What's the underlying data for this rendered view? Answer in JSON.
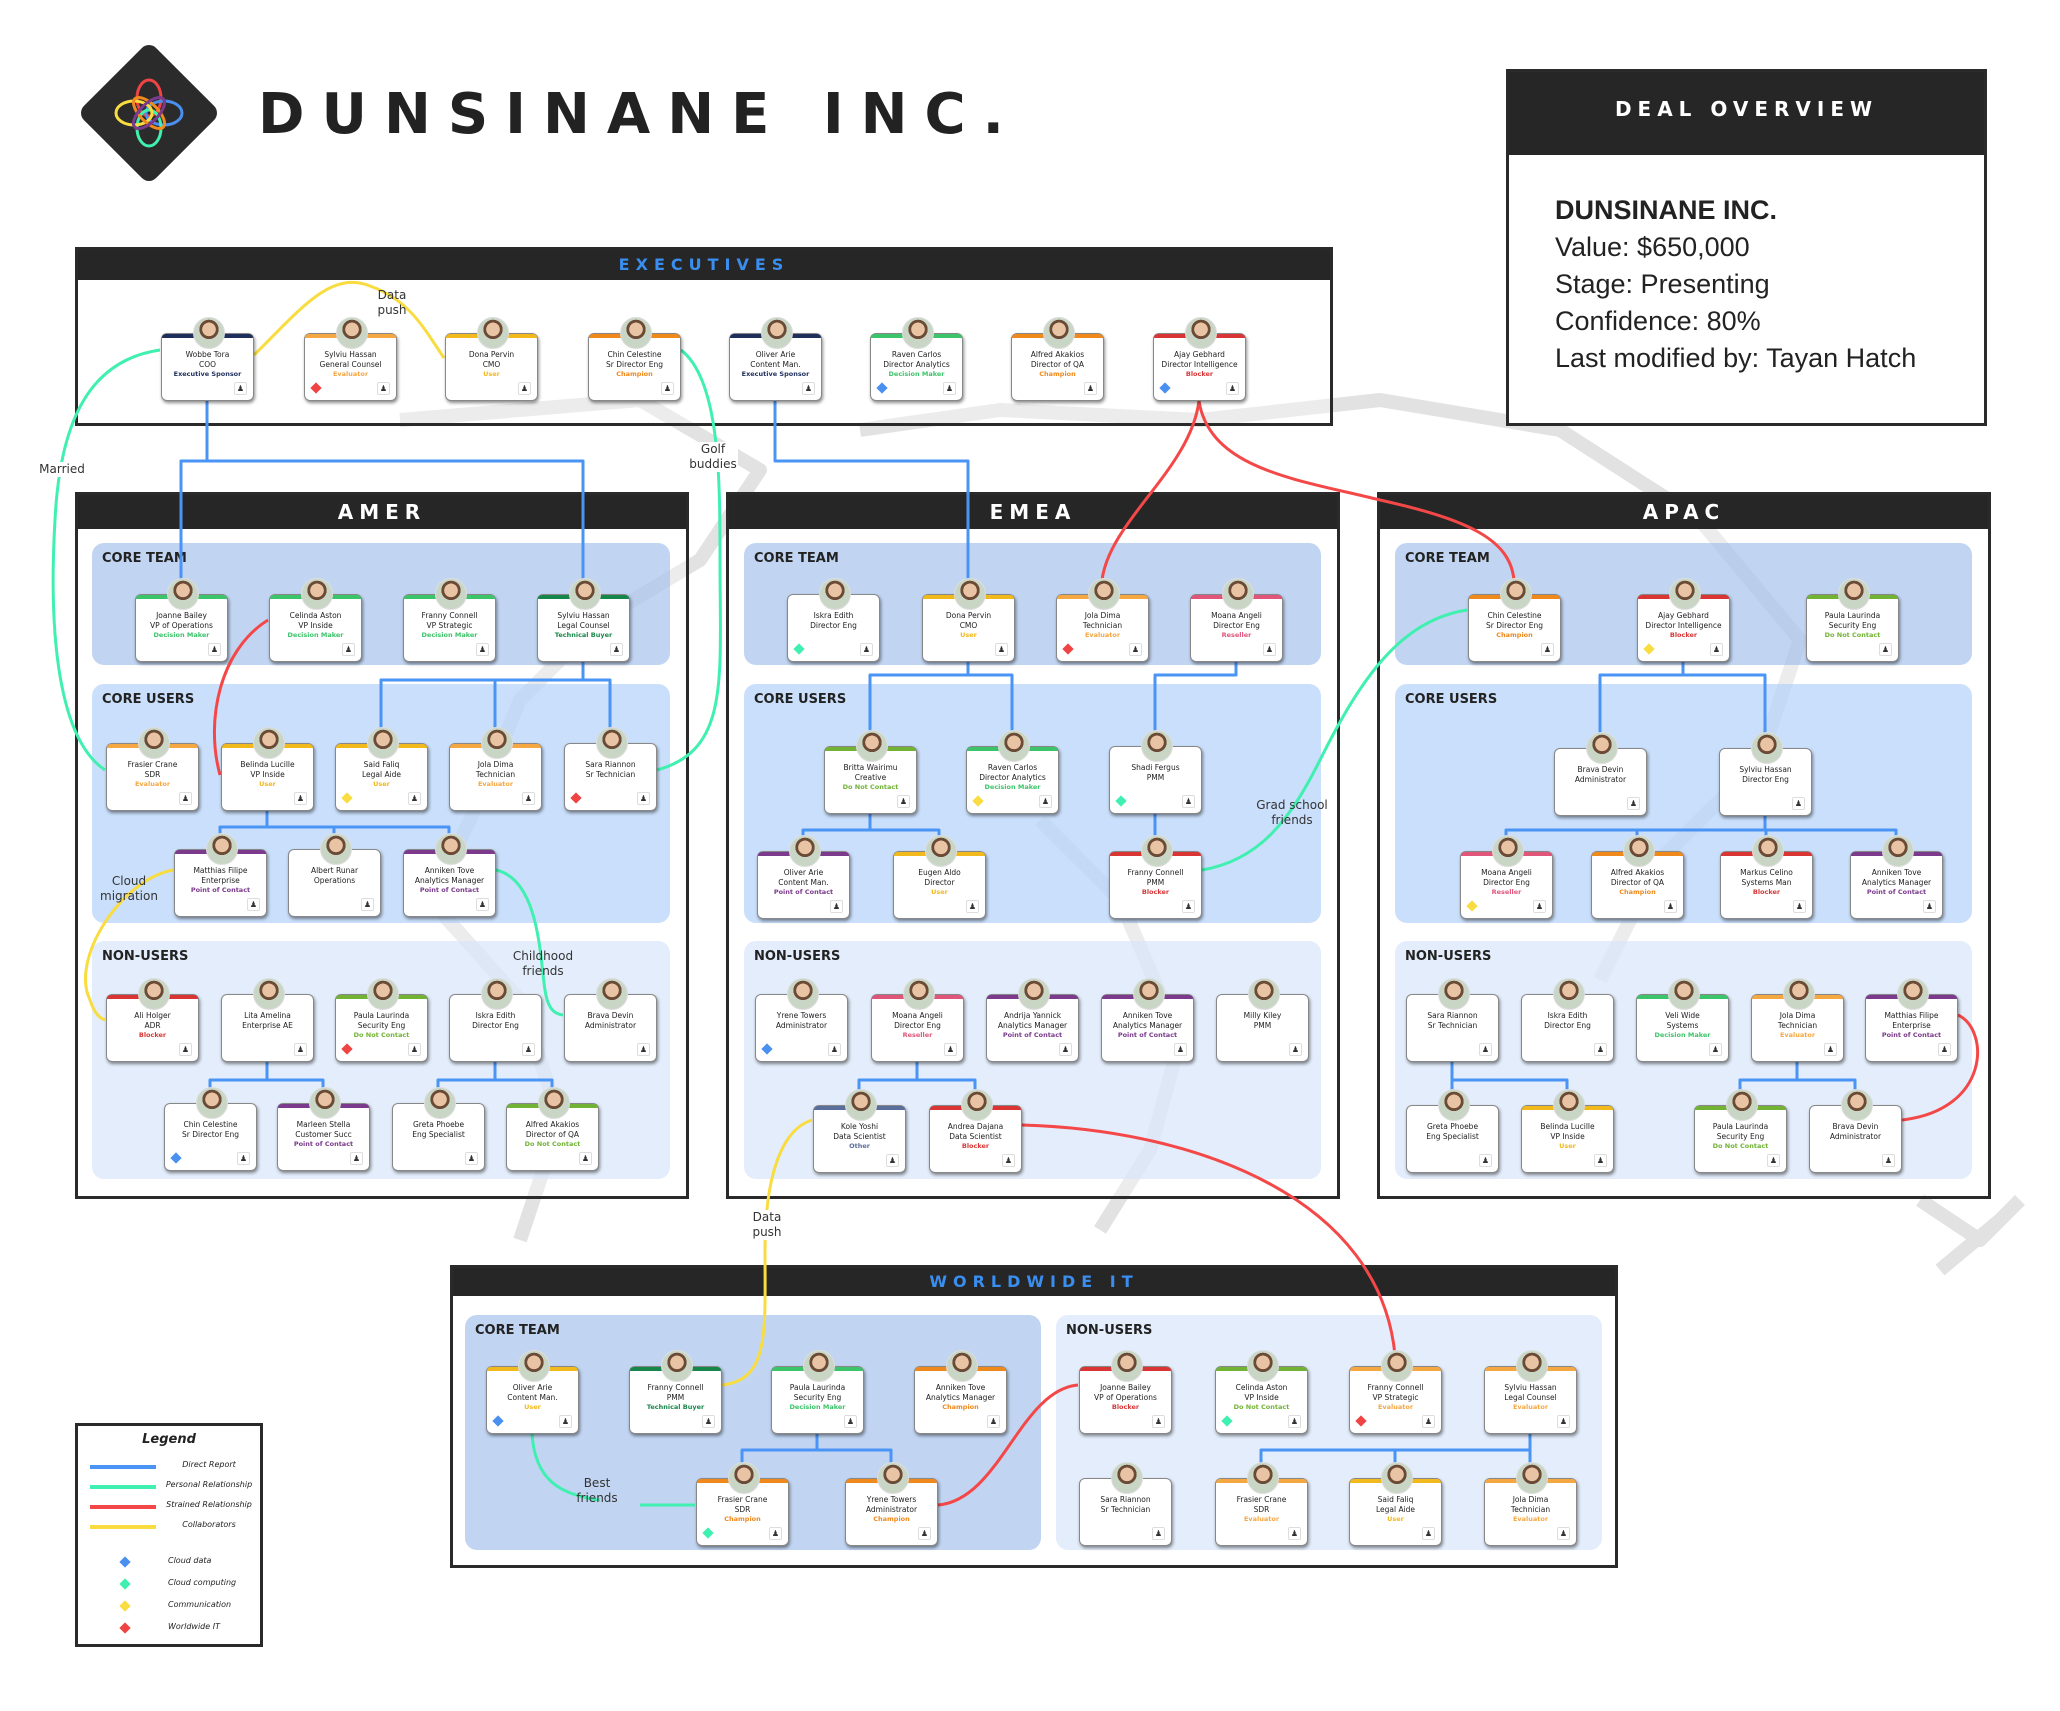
{
  "company": {
    "name": "DUNSINANE INC."
  },
  "deal_overview": {
    "title": "DEAL OVERVIEW",
    "company": "DUNSINANE INC.",
    "value": "Value: $650,000",
    "stage": "Stage: Presenting",
    "confidence": "Confidence: 80%",
    "last_modified": "Last modified by: Tayan Hatch"
  },
  "role_colors": {
    "Executive Sponsor": "#1f2f5c",
    "Evaluator": "#f5a742",
    "User": "#f2b91c",
    "Champion": "#f0891c",
    "Decision Maker": "#3cc46a",
    "Blocker": "#d93535",
    "Technical Buyer": "#17864a",
    "Do Not Contact": "#72b336",
    "Point of Contact": "#7b3a8c",
    "Reseller": "#e0567a",
    "Other": "#5a6e9c"
  },
  "tag_colors": {
    "cloud-data": "#4a90f0",
    "cloud-computing": "#3ff0b0",
    "communication": "#f8dc40",
    "worldwide-it": "#f04444"
  },
  "line_colors": {
    "direct": "#4a94f5",
    "personal": "#3ff0b0",
    "strained": "#f44848",
    "collab": "#f8dc40"
  },
  "executives": {
    "title": "EXECUTIVES",
    "cards": [
      {
        "name": "Wobbe Tora",
        "title": "COO",
        "role": "Executive Sponsor",
        "tag": ""
      },
      {
        "name": "Sylviu Hassan",
        "title": "General Counsel",
        "role": "Evaluator",
        "tag": "worldwide-it"
      },
      {
        "name": "Dona Pervin",
        "title": "CMO",
        "role": "User",
        "tag": ""
      },
      {
        "name": "Chin Celestine",
        "title": "Sr Director Eng",
        "role": "Champion",
        "tag": ""
      },
      {
        "name": "Oliver Arie",
        "title": "Content Man.",
        "role": "Executive Sponsor",
        "tag": ""
      },
      {
        "name": "Raven Carlos",
        "title": "Director Analytics",
        "role": "Decision Maker",
        "tag": "cloud-data"
      },
      {
        "name": "Alfred Akakios",
        "title": "Director of QA",
        "role": "Champion",
        "tag": ""
      },
      {
        "name": "Ajay Gebhard",
        "title": "Director Intelligence",
        "role": "Blocker",
        "tag": "cloud-data"
      }
    ]
  },
  "amer": {
    "title": "AMER",
    "core_team": {
      "label": "CORE TEAM",
      "cards": [
        {
          "name": "Joanne Bailey",
          "title": "VP of Operations",
          "role": "Decision Maker",
          "tag": ""
        },
        {
          "name": "Celinda Aston",
          "title": "VP Inside",
          "role": "Decision Maker",
          "tag": ""
        },
        {
          "name": "Franny Connell",
          "title": "VP Strategic",
          "role": "Decision Maker",
          "tag": ""
        },
        {
          "name": "Sylviu Hassan",
          "title": "Legal Counsel",
          "role": "Technical Buyer",
          "tag": ""
        }
      ]
    },
    "core_users": {
      "label": "CORE USERS",
      "cards": [
        {
          "name": "Frasier Crane",
          "title": "SDR",
          "role": "Evaluator",
          "tag": ""
        },
        {
          "name": "Belinda Lucille",
          "title": "VP Inside",
          "role": "User",
          "tag": ""
        },
        {
          "name": "Said Faliq",
          "title": "Legal Aide",
          "role": "User",
          "tag": "communication"
        },
        {
          "name": "Jola Dima",
          "title": "Technician",
          "role": "Evaluator",
          "tag": ""
        },
        {
          "name": "Sara Riannon",
          "title": "Sr Technician",
          "role": "",
          "tag": "worldwide-it"
        },
        {
          "name": "Matthias Filipe",
          "title": "Enterprise",
          "role": "Point of Contact",
          "tag": ""
        },
        {
          "name": "Albert Runar",
          "title": "Operations",
          "role": "",
          "tag": ""
        },
        {
          "name": "Anniken Tove",
          "title": "Analytics Manager",
          "role": "Point of Contact",
          "tag": ""
        }
      ]
    },
    "non_users": {
      "label": "NON-USERS",
      "cards": [
        {
          "name": "Ali Holger",
          "title": "ADR",
          "role": "Blocker",
          "tag": ""
        },
        {
          "name": "Lita Amelina",
          "title": "Enterprise AE",
          "role": "",
          "tag": ""
        },
        {
          "name": "Paula Laurinda",
          "title": "Security Eng",
          "role": "Do Not Contact",
          "tag": "worldwide-it"
        },
        {
          "name": "Iskra Edith",
          "title": "Director Eng",
          "role": "",
          "tag": ""
        },
        {
          "name": "Brava Devin",
          "title": "Administrator",
          "role": "",
          "tag": ""
        },
        {
          "name": "Chin Celestine",
          "title": "Sr Director Eng",
          "role": "",
          "tag": "cloud-data"
        },
        {
          "name": "Marleen Stella",
          "title": "Customer Succ",
          "role": "Point of Contact",
          "tag": ""
        },
        {
          "name": "Greta Phoebe",
          "title": "Eng Specialist",
          "role": "",
          "tag": ""
        },
        {
          "name": "Alfred Akakios",
          "title": "Director of QA",
          "role": "Do Not Contact",
          "tag": ""
        }
      ]
    }
  },
  "emea": {
    "title": "EMEA",
    "core_team": {
      "label": "CORE TEAM",
      "cards": [
        {
          "name": "Iskra Edith",
          "title": "Director Eng",
          "role": "",
          "tag": "cloud-computing"
        },
        {
          "name": "Dona Pervin",
          "title": "CMO",
          "role": "User",
          "tag": ""
        },
        {
          "name": "Jola Dima",
          "title": "Technician",
          "role": "Evaluator",
          "tag": "worldwide-it"
        },
        {
          "name": "Moana Angeli",
          "title": "Director Eng",
          "role": "Reseller",
          "tag": ""
        }
      ]
    },
    "core_users": {
      "label": "CORE USERS",
      "cards": [
        {
          "name": "Britta Wairimu",
          "title": "Creative",
          "role": "Do Not Contact",
          "tag": ""
        },
        {
          "name": "Raven Carlos",
          "title": "Director Analytics",
          "role": "Decision Maker",
          "tag": "communication"
        },
        {
          "name": "Shadi Fergus",
          "title": "PMM",
          "role": "",
          "tag": "cloud-computing"
        },
        {
          "name": "Oliver Arie",
          "title": "Content Man.",
          "role": "Point of Contact",
          "tag": ""
        },
        {
          "name": "Eugen Aldo",
          "title": "Director",
          "role": "User",
          "tag": ""
        },
        {
          "name": "Franny Connell",
          "title": "PMM",
          "role": "Blocker",
          "tag": ""
        }
      ]
    },
    "non_users": {
      "label": "NON-USERS",
      "cards": [
        {
          "name": "Yrene Towers",
          "title": "Administrator",
          "role": "",
          "tag": "cloud-data"
        },
        {
          "name": "Moana Angeli",
          "title": "Director Eng",
          "role": "Reseller",
          "tag": ""
        },
        {
          "name": "Andrija Yannick",
          "title": "Analytics Manager",
          "role": "Point of Contact",
          "tag": ""
        },
        {
          "name": "Anniken Tove",
          "title": "Analytics Manager",
          "role": "Point of Contact",
          "tag": ""
        },
        {
          "name": "Milly Kiley",
          "title": "PMM",
          "role": "",
          "tag": ""
        },
        {
          "name": "Kole Yoshi",
          "title": "Data Scientist",
          "role": "Other",
          "tag": ""
        },
        {
          "name": "Andrea Dajana",
          "title": "Data Scientist",
          "role": "Blocker",
          "tag": ""
        }
      ]
    }
  },
  "apac": {
    "title": "APAC",
    "core_team": {
      "label": "CORE TEAM",
      "cards": [
        {
          "name": "Chin Celestine",
          "title": "Sr Director Eng",
          "role": "Champion",
          "tag": ""
        },
        {
          "name": "Ajay Gebhard",
          "title": "Director Intelligence",
          "role": "Blocker",
          "tag": "communication"
        },
        {
          "name": "Paula Laurinda",
          "title": "Security Eng",
          "role": "Do Not Contact",
          "tag": ""
        }
      ]
    },
    "core_users": {
      "label": "CORE USERS",
      "cards": [
        {
          "name": "Brava Devin",
          "title": "Administrator",
          "role": "",
          "tag": ""
        },
        {
          "name": "Sylviu Hassan",
          "title": "Director Eng",
          "role": "",
          "tag": ""
        },
        {
          "name": "Moana Angeli",
          "title": "Director Eng",
          "role": "Reseller",
          "tag": "communication"
        },
        {
          "name": "Alfred Akakios",
          "title": "Director of QA",
          "role": "Champion",
          "tag": ""
        },
        {
          "name": "Markus Celino",
          "title": "Systems Man",
          "role": "Blocker",
          "tag": ""
        },
        {
          "name": "Anniken Tove",
          "title": "Analytics Manager",
          "role": "Point of Contact",
          "tag": ""
        }
      ]
    },
    "non_users": {
      "label": "NON-USERS",
      "cards": [
        {
          "name": "Sara Riannon",
          "title": "Sr Technician",
          "role": "",
          "tag": ""
        },
        {
          "name": "Iskra Edith",
          "title": "Director Eng",
          "role": "",
          "tag": ""
        },
        {
          "name": "Veli Wide",
          "title": "Systems",
          "role": "Decision Maker",
          "tag": ""
        },
        {
          "name": "Jola Dima",
          "title": "Technician",
          "role": "Evaluator",
          "tag": ""
        },
        {
          "name": "Matthias Filipe",
          "title": "Enterprise",
          "role": "Point of Contact",
          "tag": ""
        },
        {
          "name": "Greta Phoebe",
          "title": "Eng Specialist",
          "role": "",
          "tag": ""
        },
        {
          "name": "Belinda Lucille",
          "title": "VP Inside",
          "role": "User",
          "tag": ""
        },
        {
          "name": "Paula Laurinda",
          "title": "Security Eng",
          "role": "Do Not Contact",
          "tag": ""
        },
        {
          "name": "Brava Devin",
          "title": "Administrator",
          "role": "",
          "tag": ""
        }
      ]
    }
  },
  "worldwide_it": {
    "title": "WORLDWIDE IT",
    "core_team": {
      "label": "CORE TEAM",
      "cards": [
        {
          "name": "Oliver Arie",
          "title": "Content Man.",
          "role": "User",
          "tag": "cloud-data"
        },
        {
          "name": "Franny Connell",
          "title": "PMM",
          "role": "Technical Buyer",
          "tag": ""
        },
        {
          "name": "Paula Laurinda",
          "title": "Security Eng",
          "role": "Decision Maker",
          "tag": ""
        },
        {
          "name": "Anniken Tove",
          "title": "Analytics Manager",
          "role": "Champion",
          "tag": ""
        },
        {
          "name": "Frasier Crane",
          "title": "SDR",
          "role": "Champion",
          "tag": "cloud-computing"
        },
        {
          "name": "Yrene Towers",
          "title": "Administrator",
          "role": "Champion",
          "tag": ""
        }
      ]
    },
    "non_users": {
      "label": "NON-USERS",
      "cards": [
        {
          "name": "Joanne Bailey",
          "title": "VP of Operations",
          "role": "Blocker",
          "tag": ""
        },
        {
          "name": "Celinda Aston",
          "title": "VP Inside",
          "role": "Do Not Contact",
          "tag": "cloud-computing"
        },
        {
          "name": "Franny Connell",
          "title": "VP Strategic",
          "role": "Evaluator",
          "tag": "worldwide-it"
        },
        {
          "name": "Sylviu Hassan",
          "title": "Legal Counsel",
          "role": "Evaluator",
          "tag": ""
        },
        {
          "name": "Sara Riannon",
          "title": "Sr Technician",
          "role": "",
          "tag": ""
        },
        {
          "name": "Frasier Crane",
          "title": "SDR",
          "role": "Evaluator",
          "tag": ""
        },
        {
          "name": "Said Faliq",
          "title": "Legal Aide",
          "role": "User",
          "tag": ""
        },
        {
          "name": "Jola Dima",
          "title": "Technician",
          "role": "Evaluator",
          "tag": ""
        }
      ]
    }
  },
  "relationship_labels": {
    "exec_data_push": "Data push",
    "married": "Married",
    "golf": "Golf buddies",
    "cloud_migration": "Cloud migration",
    "childhood": "Childhood friends",
    "grad_school": "Grad school friends",
    "data_push_2": "Data push",
    "best_friends": "Best friends"
  },
  "legend": {
    "title": "Legend",
    "lines": [
      {
        "label": "Direct Report",
        "color": "#4a94f5"
      },
      {
        "label": "Personal Relationship",
        "color": "#3ff0b0"
      },
      {
        "label": "Strained Relationship",
        "color": "#f44848"
      },
      {
        "label": "Collaborators",
        "color": "#f8dc40"
      }
    ],
    "tags": [
      {
        "label": "Cloud data",
        "color": "#4a90f0"
      },
      {
        "label": "Cloud computing",
        "color": "#3ff0b0"
      },
      {
        "label": "Communication",
        "color": "#f8dc40"
      },
      {
        "label": "Worldwide IT",
        "color": "#f04444"
      }
    ]
  }
}
